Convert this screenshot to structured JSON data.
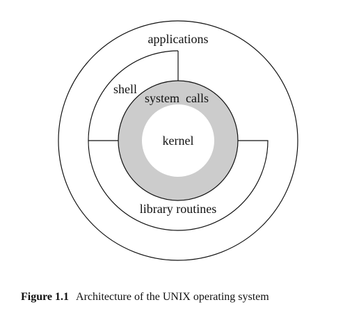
{
  "diagram": {
    "labels": {
      "applications": "applications",
      "shell": "shell",
      "system_calls": "system  calls",
      "kernel": "kernel",
      "library_routines": "library routines"
    },
    "colors": {
      "stroke": "#111111",
      "system_calls_ring": "#cccccc",
      "kernel_fill": "#ffffff"
    }
  },
  "caption": {
    "label": "Figure 1.1",
    "text": "Architecture of the UNIX operating system"
  }
}
